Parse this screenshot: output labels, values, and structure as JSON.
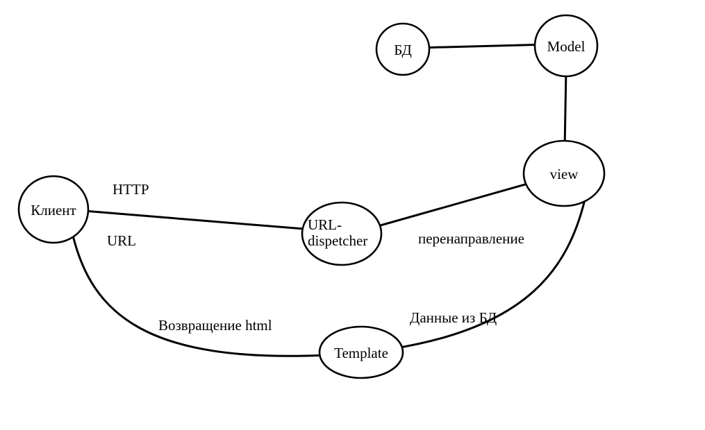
{
  "diagram": {
    "background_color": "#ffffff",
    "line_color": "#000000",
    "text_color": "#000000",
    "nodes": {
      "db": {
        "label": "БД"
      },
      "model": {
        "label": "Model"
      },
      "view": {
        "label": "view"
      },
      "url_dispatcher": {
        "label_line1": "URL-",
        "label_line2": "dispetcher"
      },
      "client": {
        "label": "Клиент"
      },
      "template": {
        "label": "Template"
      }
    },
    "edge_labels": {
      "client_to_dispatcher_top": "HTTP",
      "client_to_dispatcher_bottom": "URL",
      "dispatcher_to_view": "перенаправление",
      "view_to_template": "Данные из БД",
      "template_to_client": "Возвращение html"
    }
  }
}
